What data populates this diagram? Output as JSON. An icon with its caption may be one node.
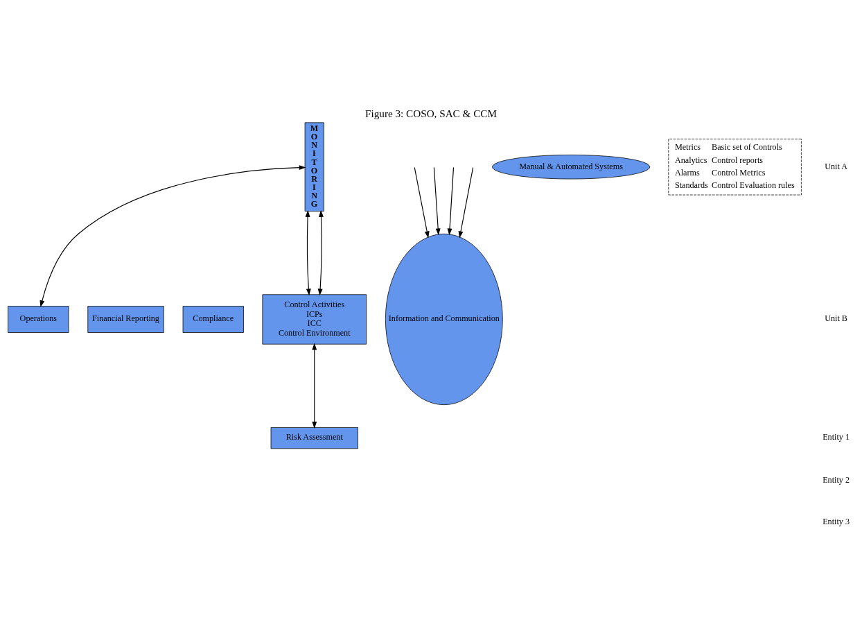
{
  "diagram": {
    "title": "Figure 3: COSO, SAC & CCM",
    "nodes": [
      {
        "text": [
          "Operations"
        ]
      },
      {
        "text": [
          "Financial Reporting"
        ]
      },
      {
        "text": [
          "Compliance"
        ]
      },
      {
        "text": [
          "MONITORING"
        ]
      },
      {
        "text": [
          "Control Activities",
          "ICPs",
          "ICC",
          "Control Environment"
        ]
      },
      {
        "text": [
          "Risk Assessment"
        ]
      },
      {
        "text": [
          "Information and Communication"
        ]
      },
      {
        "text": [
          "Manual & Automated Systems"
        ]
      },
      {
        "text": [
          "Metrics",
          "Basic set of Controls",
          "Analytics",
          "Control reports",
          "Alarms",
          "Control Metrics",
          "Standards",
          "Control Evaluation rules"
        ]
      }
    ],
    "edges": [
      {
        "from": 3,
        "to": 0,
        "arrow": "both"
      },
      {
        "from": 3,
        "to": 4,
        "arrow": "both"
      },
      {
        "from": 3,
        "to": 4,
        "arrow": "both"
      },
      {
        "from": 4,
        "to": 5,
        "arrow": "both"
      },
      {
        "from": null,
        "to": 6,
        "arrow": "to"
      },
      {
        "from": null,
        "to": 6,
        "arrow": "to"
      },
      {
        "from": null,
        "to": 6,
        "arrow": "to"
      },
      {
        "from": null,
        "to": 6,
        "arrow": "to"
      }
    ],
    "labels": [
      "Unit A",
      "Unit B",
      "Entity 1",
      "Entity 2",
      "Entity 3"
    ]
  }
}
